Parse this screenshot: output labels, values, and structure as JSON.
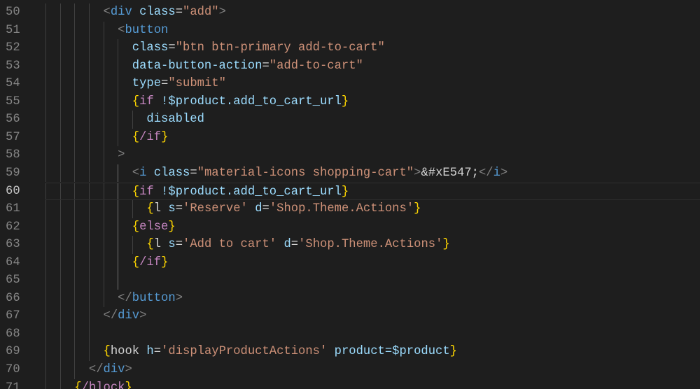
{
  "editor": {
    "active_line": 60,
    "colors": {
      "background": "#1e1e1e",
      "tag": "#569cd6",
      "attribute": "#9cdcfe",
      "string": "#ce9178",
      "bracket": "#ffd700",
      "keyword": "#c586c0",
      "punctuation": "#808080"
    },
    "lines": [
      {
        "n": "50",
        "tokens": [
          [
            "        ",
            "w"
          ],
          [
            "<",
            "p"
          ],
          [
            "div",
            "t"
          ],
          [
            " ",
            "w"
          ],
          [
            "class",
            "a"
          ],
          [
            "=",
            "o"
          ],
          [
            "\"add\"",
            "s"
          ],
          [
            ">",
            "p"
          ]
        ]
      },
      {
        "n": "51",
        "tokens": [
          [
            "          ",
            "w"
          ],
          [
            "<",
            "p"
          ],
          [
            "button",
            "t"
          ]
        ]
      },
      {
        "n": "52",
        "tokens": [
          [
            "            ",
            "w"
          ],
          [
            "class",
            "a"
          ],
          [
            "=",
            "o"
          ],
          [
            "\"btn btn-primary add-to-cart\"",
            "s"
          ]
        ]
      },
      {
        "n": "53",
        "tokens": [
          [
            "            ",
            "w"
          ],
          [
            "data-button-action",
            "a"
          ],
          [
            "=",
            "o"
          ],
          [
            "\"add-to-cart\"",
            "s"
          ]
        ]
      },
      {
        "n": "54",
        "tokens": [
          [
            "            ",
            "w"
          ],
          [
            "type",
            "a"
          ],
          [
            "=",
            "o"
          ],
          [
            "\"submit\"",
            "s"
          ]
        ]
      },
      {
        "n": "55",
        "tokens": [
          [
            "            ",
            "w"
          ],
          [
            "{",
            "b"
          ],
          [
            "if",
            "k"
          ],
          [
            " !$product.add_to_cart_url",
            "v"
          ],
          [
            "}",
            "b"
          ]
        ]
      },
      {
        "n": "56",
        "tokens": [
          [
            "              ",
            "w"
          ],
          [
            "disabled",
            "a"
          ]
        ]
      },
      {
        "n": "57",
        "tokens": [
          [
            "            ",
            "w"
          ],
          [
            "{",
            "b"
          ],
          [
            "/if",
            "k"
          ],
          [
            "}",
            "b"
          ]
        ]
      },
      {
        "n": "58",
        "tokens": [
          [
            "          ",
            "w"
          ],
          [
            ">",
            "p"
          ]
        ]
      },
      {
        "n": "59",
        "tokens": [
          [
            "            ",
            "w"
          ],
          [
            "<",
            "p"
          ],
          [
            "i",
            "t"
          ],
          [
            " ",
            "w"
          ],
          [
            "class",
            "a"
          ],
          [
            "=",
            "o"
          ],
          [
            "\"material-icons shopping-cart\"",
            "s"
          ],
          [
            ">",
            "p"
          ],
          [
            "&#xE547;",
            "o"
          ],
          [
            "</",
            "p"
          ],
          [
            "i",
            "t"
          ],
          [
            ">",
            "p"
          ]
        ]
      },
      {
        "n": "60",
        "tokens": [
          [
            "            ",
            "w"
          ],
          [
            "{",
            "b"
          ],
          [
            "if",
            "k"
          ],
          [
            " !$product.add_to_cart_url",
            "v"
          ],
          [
            "}",
            "b"
          ]
        ]
      },
      {
        "n": "61",
        "tokens": [
          [
            "              ",
            "w"
          ],
          [
            "{",
            "b"
          ],
          [
            "l ",
            "f"
          ],
          [
            "s",
            "a"
          ],
          [
            "=",
            "o"
          ],
          [
            "'Reserve'",
            "s"
          ],
          [
            " ",
            "w"
          ],
          [
            "d",
            "a"
          ],
          [
            "=",
            "o"
          ],
          [
            "'Shop.Theme.Actions'",
            "s"
          ],
          [
            "}",
            "b"
          ]
        ]
      },
      {
        "n": "62",
        "tokens": [
          [
            "            ",
            "w"
          ],
          [
            "{",
            "b"
          ],
          [
            "else",
            "k"
          ],
          [
            "}",
            "b"
          ]
        ]
      },
      {
        "n": "63",
        "tokens": [
          [
            "              ",
            "w"
          ],
          [
            "{",
            "b"
          ],
          [
            "l ",
            "f"
          ],
          [
            "s",
            "a"
          ],
          [
            "=",
            "o"
          ],
          [
            "'Add to cart'",
            "s"
          ],
          [
            " ",
            "w"
          ],
          [
            "d",
            "a"
          ],
          [
            "=",
            "o"
          ],
          [
            "'Shop.Theme.Actions'",
            "s"
          ],
          [
            "}",
            "b"
          ]
        ]
      },
      {
        "n": "64",
        "tokens": [
          [
            "            ",
            "w"
          ],
          [
            "{",
            "b"
          ],
          [
            "/if",
            "k"
          ],
          [
            "}",
            "b"
          ]
        ]
      },
      {
        "n": "65",
        "tokens": []
      },
      {
        "n": "66",
        "tokens": [
          [
            "          ",
            "w"
          ],
          [
            "</",
            "p"
          ],
          [
            "button",
            "t"
          ],
          [
            ">",
            "p"
          ]
        ]
      },
      {
        "n": "67",
        "tokens": [
          [
            "        ",
            "w"
          ],
          [
            "</",
            "p"
          ],
          [
            "div",
            "t"
          ],
          [
            ">",
            "p"
          ]
        ]
      },
      {
        "n": "68",
        "tokens": []
      },
      {
        "n": "69",
        "tokens": [
          [
            "        ",
            "w"
          ],
          [
            "{",
            "b"
          ],
          [
            "hook ",
            "f"
          ],
          [
            "h",
            "a"
          ],
          [
            "=",
            "o"
          ],
          [
            "'displayProductActions'",
            "s"
          ],
          [
            " ",
            "w"
          ],
          [
            "product=$product",
            "v"
          ],
          [
            "}",
            "b"
          ]
        ]
      },
      {
        "n": "70",
        "tokens": [
          [
            "      ",
            "w"
          ],
          [
            "</",
            "p"
          ],
          [
            "div",
            "t"
          ],
          [
            ">",
            "p"
          ]
        ]
      },
      {
        "n": "71",
        "tokens": [
          [
            "    ",
            "w"
          ],
          [
            "{",
            "b"
          ],
          [
            "/block",
            "k"
          ],
          [
            "}",
            "b"
          ]
        ]
      }
    ]
  }
}
